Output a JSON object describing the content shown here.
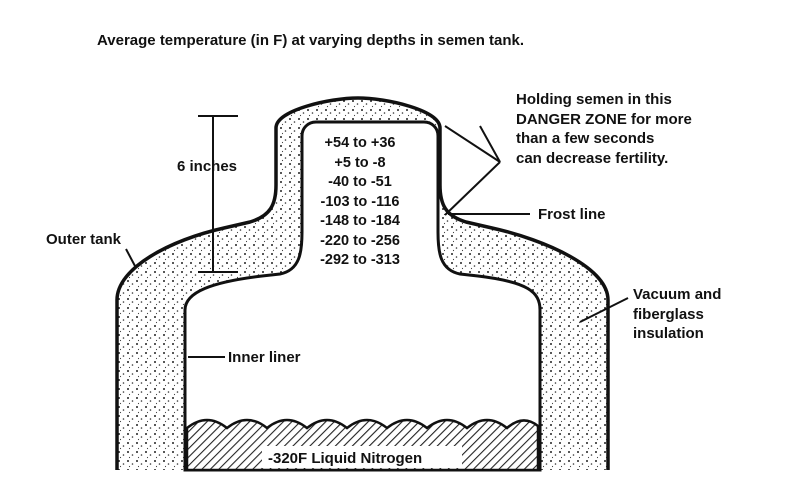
{
  "title": "Average temperature (in F) at varying depths in semen tank.",
  "labels": {
    "six_inches": "6 inches",
    "outer_tank": "Outer tank",
    "inner_liner": "Inner liner",
    "frost_line": "Frost line",
    "liquid_nitrogen": "-320F Liquid Nitrogen"
  },
  "danger_note": [
    "Holding semen in this",
    "DANGER ZONE for more",
    "than a few seconds",
    "can decrease fertility."
  ],
  "insulation_note": [
    "Vacuum and",
    "fiberglass",
    "insulation"
  ],
  "temperature_ranges": [
    "+54 to +36",
    "+5 to -8",
    "-40 to -51",
    "-103 to -116",
    "-148 to -184",
    "-220 to -256",
    "-292 to -313"
  ]
}
